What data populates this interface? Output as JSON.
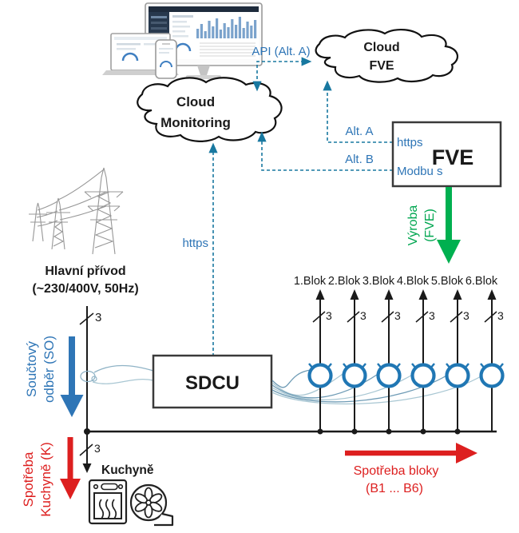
{
  "clouds": {
    "monitoring": {
      "line1": "Cloud",
      "line2": "Monitoring"
    },
    "fve": {
      "line1": "Cloud",
      "line2": "FVE"
    }
  },
  "fve_box": {
    "title": "FVE",
    "port_https": "https",
    "port_modbus": "Modbu s"
  },
  "sdcu_box": {
    "title": "SDCU"
  },
  "links": {
    "api": "API (Alt. A)",
    "alt_a": "Alt. A",
    "alt_b": "Alt. B",
    "https": "https"
  },
  "grid": {
    "title_line1": "Hlavní přívod",
    "title_line2": "(~230/400V, 50Hz)",
    "phase_count": "3"
  },
  "flows": {
    "so_line1": "Součtový",
    "so_line2": "odběr (SO)",
    "kitchen_line1": "Spotřeba",
    "kitchen_line2": "Kuchyně (K)",
    "vyroba_line1": "Výroba",
    "vyroba_line2": "(FVE)",
    "bloky_line1": "Spotřeba bloky",
    "bloky_line2": "(B1 ... B6)"
  },
  "kitchen": {
    "label": "Kuchyně"
  },
  "blocks": {
    "labels": [
      "1.Blok",
      "2.Blok",
      "3.Blok",
      "4.Blok",
      "5.Blok",
      "6.Blok"
    ]
  },
  "colors": {
    "link_teal": "#1878A0",
    "label_blue": "#2E75B6",
    "flow_blue": "#2E75B6",
    "flow_red": "#DD1F1F",
    "flow_green": "#00B050",
    "ct_blue": "#2077B4"
  }
}
